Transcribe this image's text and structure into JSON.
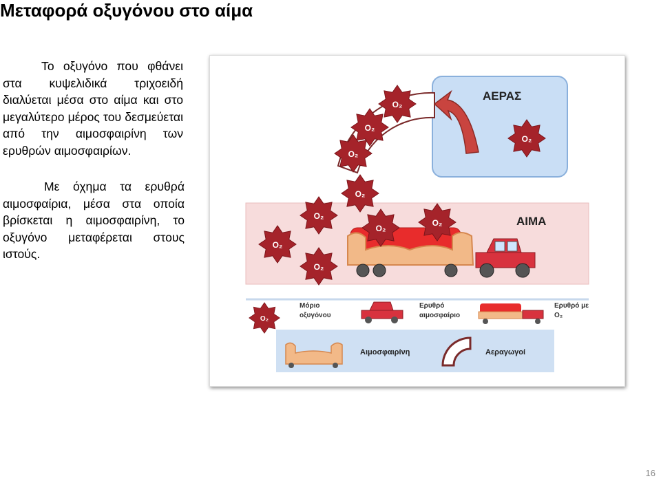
{
  "slide": {
    "title": "Μεταφορά οξυγόνου στο αίμα",
    "paragraph1": "Το οξυγόνο που φθάνει στα κυψελιδικά τριχοειδή διαλύεται μέσα στο αίμα και στο μεγαλύτερο μέρος του δεσμεύεται από την αιμοσφαιρίνη των ερυθρών αιμοσφαιρίων.",
    "paragraph2": "Με όχημα τα ερυθρά αιμοσφαίρια, μέσα στα οποία βρίσκεται η αιμοσφαιρίνη, το οξυγόνο μεταφέρεται στους ιστούς.",
    "page_number": "16"
  },
  "figure": {
    "air_label": "ΑΕΡΑΣ",
    "blood_label": "ΑΙΜΑ",
    "o2_symbol": "O₂",
    "legend": {
      "oxygen_molecule": [
        "Μόριο",
        "οξυγόνου"
      ],
      "red_cell": [
        "Ερυθρό",
        "αιμοσφαίριο"
      ],
      "red_cell_o2": [
        "Ερυθρό με",
        "O₂"
      ],
      "hemoglobin": "Αιμοσφαιρίνη",
      "airways": "Αεραγωγοί"
    },
    "colors": {
      "star": "#a5232a",
      "air_box": "#c9def5",
      "blood_band": "#f7dcdc",
      "legend_band": "#cfe0f3",
      "truck": "#d8323e",
      "hemoglobin": "#f2b988"
    }
  }
}
